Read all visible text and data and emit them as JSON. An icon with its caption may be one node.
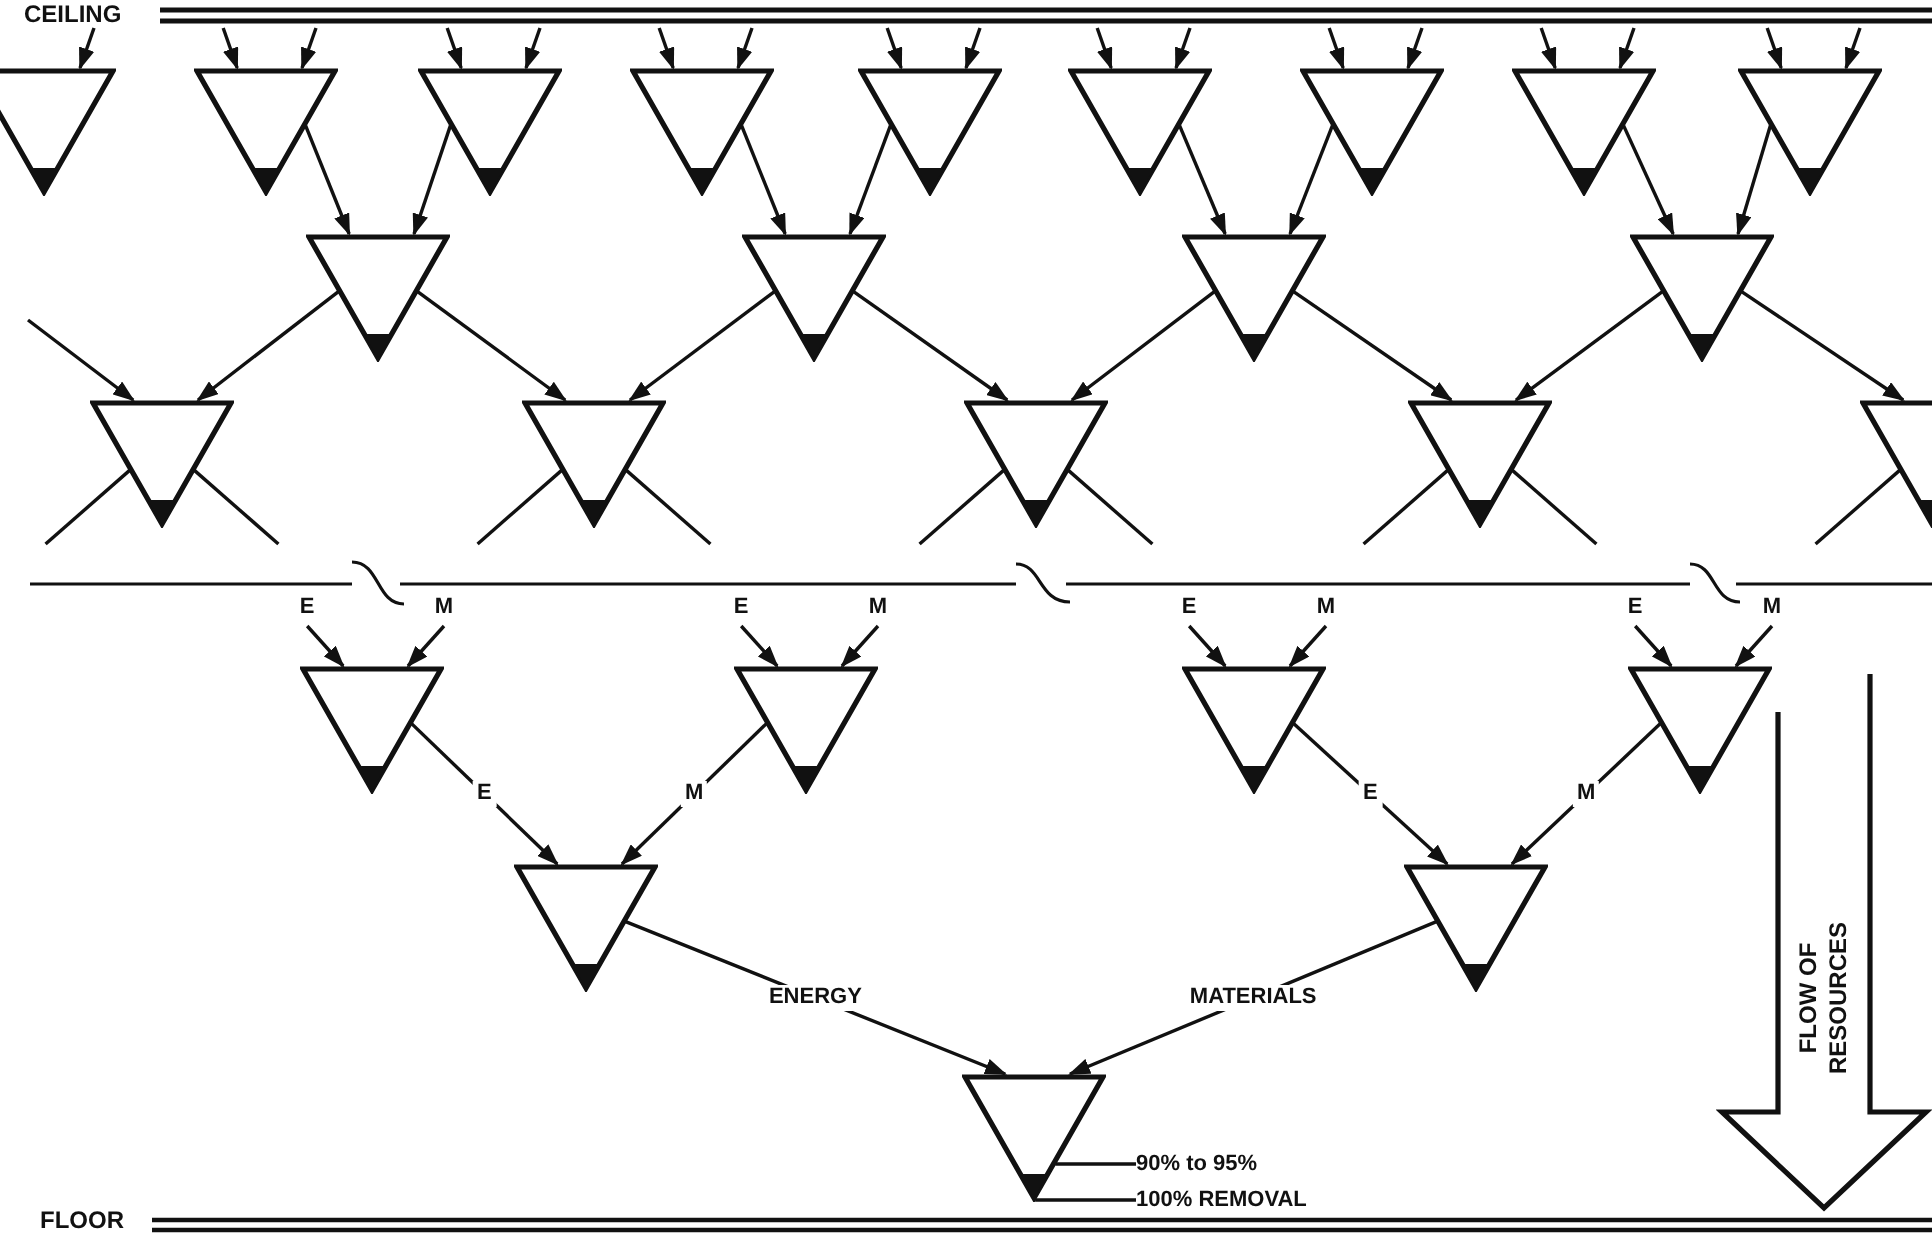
{
  "diagram": {
    "nodes": [
      {
        "text": [
          "CEILING"
        ]
      },
      {
        "text": [],
        "shape": "triangle"
      },
      {
        "text": [],
        "shape": "triangle"
      },
      {
        "text": [],
        "shape": "triangle"
      },
      {
        "text": [],
        "shape": "triangle"
      },
      {
        "text": [],
        "shape": "triangle"
      },
      {
        "text": [],
        "shape": "triangle"
      },
      {
        "text": [],
        "shape": "triangle"
      },
      {
        "text": [],
        "shape": "triangle"
      },
      {
        "text": [],
        "shape": "triangle"
      },
      {
        "text": [],
        "shape": "triangle"
      },
      {
        "text": [],
        "shape": "triangle"
      },
      {
        "text": [],
        "shape": "triangle"
      },
      {
        "text": [],
        "shape": "triangle"
      },
      {
        "text": [],
        "shape": "triangle"
      },
      {
        "text": [],
        "shape": "triangle"
      },
      {
        "text": [],
        "shape": "triangle"
      },
      {
        "text": [],
        "shape": "triangle"
      },
      {
        "text": [],
        "shape": "triangle"
      },
      {
        "text": [],
        "shape": "triangle"
      },
      {
        "text": [],
        "shape": "triangle"
      },
      {
        "text": [],
        "shape": "triangle"
      },
      {
        "text": [],
        "shape": "triangle"
      },
      {
        "text": [],
        "shape": "triangle"
      },
      {
        "text": [],
        "shape": "triangle"
      },
      {
        "text": [],
        "shape": "triangle"
      },
      {
        "text": [
          "FLOW OF RESOURCES"
        ]
      },
      {
        "text": [
          "90% to 95%"
        ]
      },
      {
        "text": [
          "100% REMOVAL"
        ]
      }
    ],
    "edges": [
      {
        "from": 0,
        "to": 1,
        "arrow": "to"
      },
      {
        "from": 0,
        "to": 2,
        "arrow": "to"
      },
      {
        "from": 0,
        "to": 2,
        "arrow": "to"
      },
      {
        "from": 0,
        "to": 3,
        "arrow": "to"
      },
      {
        "from": 0,
        "to": 3,
        "arrow": "to"
      },
      {
        "from": 0,
        "to": 4,
        "arrow": "to"
      },
      {
        "from": 0,
        "to": 4,
        "arrow": "to"
      },
      {
        "from": 0,
        "to": 5,
        "arrow": "to"
      },
      {
        "from": 0,
        "to": 5,
        "arrow": "to"
      },
      {
        "from": 0,
        "to": 6,
        "arrow": "to"
      },
      {
        "from": 0,
        "to": 6,
        "arrow": "to"
      },
      {
        "from": 0,
        "to": 7,
        "arrow": "to"
      },
      {
        "from": 0,
        "to": 7,
        "arrow": "to"
      },
      {
        "from": 0,
        "to": 8,
        "arrow": "to"
      },
      {
        "from": 0,
        "to": 8,
        "arrow": "to"
      },
      {
        "from": 0,
        "to": 9,
        "arrow": "to"
      },
      {
        "from": 0,
        "to": 9,
        "arrow": "to"
      },
      {
        "from": 2,
        "to": 10,
        "arrow": "to"
      },
      {
        "from": 3,
        "to": 10,
        "arrow": "to"
      },
      {
        "from": 4,
        "to": 11,
        "arrow": "to"
      },
      {
        "from": 5,
        "to": 11,
        "arrow": "to"
      },
      {
        "from": 6,
        "to": 12,
        "arrow": "to"
      },
      {
        "from": 7,
        "to": 12,
        "arrow": "to"
      },
      {
        "from": 8,
        "to": 13,
        "arrow": "to"
      },
      {
        "from": 9,
        "to": 13,
        "arrow": "to"
      },
      {
        "from": null,
        "to": 14,
        "arrow": "to"
      },
      {
        "from": 10,
        "to": 14,
        "arrow": "to"
      },
      {
        "from": 10,
        "to": 15,
        "arrow": "to"
      },
      {
        "from": 11,
        "to": 15,
        "arrow": "to"
      },
      {
        "from": 11,
        "to": 16,
        "arrow": "to"
      },
      {
        "from": 12,
        "to": 16,
        "arrow": "to"
      },
      {
        "from": 12,
        "to": 17,
        "arrow": "to"
      },
      {
        "from": 13,
        "to": 17,
        "arrow": "to"
      },
      {
        "from": 13,
        "to": 18,
        "arrow": "to"
      },
      {
        "from": 14,
        "to": null,
        "arrow": "none"
      },
      {
        "from": 14,
        "to": null,
        "arrow": "none"
      },
      {
        "from": 15,
        "to": null,
        "arrow": "none"
      },
      {
        "from": 15,
        "to": null,
        "arrow": "none"
      },
      {
        "from": 16,
        "to": null,
        "arrow": "none"
      },
      {
        "from": 16,
        "to": null,
        "arrow": "none"
      },
      {
        "from": 17,
        "to": null,
        "arrow": "none"
      },
      {
        "from": 17,
        "to": null,
        "arrow": "none"
      },
      {
        "from": 18,
        "to": null,
        "arrow": "none"
      },
      {
        "from": null,
        "to": 19,
        "arrow": "to",
        "label": "E"
      },
      {
        "from": null,
        "to": 19,
        "arrow": "to",
        "label": "M"
      },
      {
        "from": null,
        "to": 20,
        "arrow": "to",
        "label": "E"
      },
      {
        "from": null,
        "to": 20,
        "arrow": "to",
        "label": "M"
      },
      {
        "from": null,
        "to": 21,
        "arrow": "to",
        "label": "E"
      },
      {
        "from": null,
        "to": 21,
        "arrow": "to",
        "label": "M"
      },
      {
        "from": null,
        "to": 22,
        "arrow": "to",
        "label": "E"
      },
      {
        "from": null,
        "to": 22,
        "arrow": "to",
        "label": "M"
      },
      {
        "from": 19,
        "to": 23,
        "arrow": "to",
        "label": "E"
      },
      {
        "from": 20,
        "to": 23,
        "arrow": "to",
        "label": "M"
      },
      {
        "from": 21,
        "to": 24,
        "arrow": "to",
        "label": "E"
      },
      {
        "from": 22,
        "to": 24,
        "arrow": "to",
        "label": "M"
      },
      {
        "from": 23,
        "to": 25,
        "arrow": "to",
        "label": "ENERGY"
      },
      {
        "from": 24,
        "to": 25,
        "arrow": "to",
        "label": "MATERIALS"
      },
      {
        "from": 27,
        "to": 25,
        "arrow": "none"
      },
      {
        "from": 28,
        "to": 25,
        "arrow": "none"
      }
    ],
    "labels": [
      "FLOOR"
    ]
  }
}
